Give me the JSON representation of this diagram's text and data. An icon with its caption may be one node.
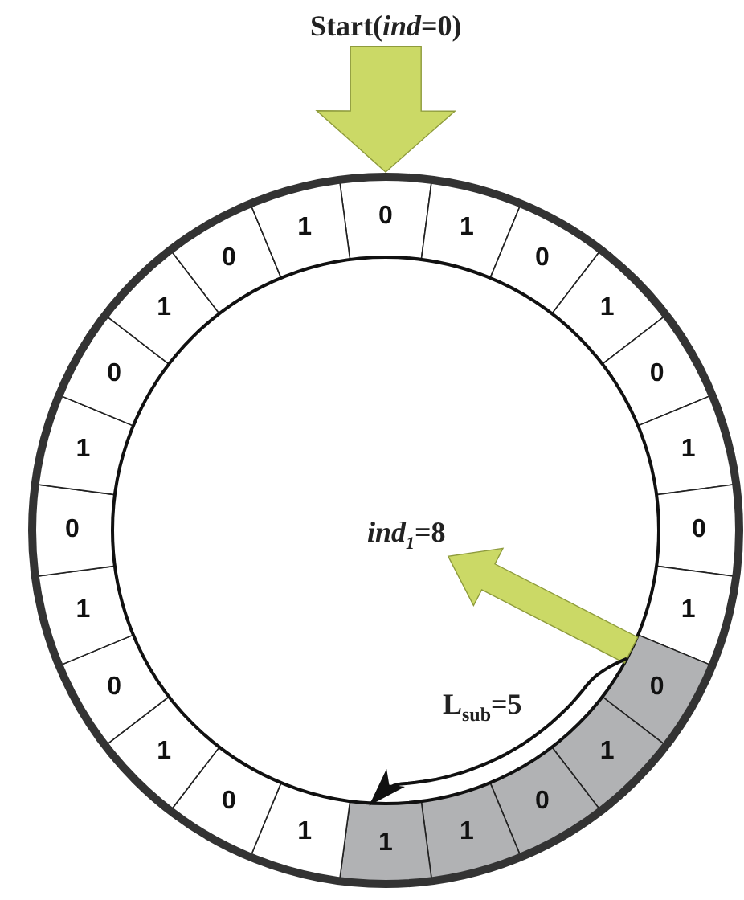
{
  "diagram": {
    "nodes": [
      {
        "text": [
          "Start(*ind*=0)"
        ]
      },
      {
        "text": [
          "0"
        ]
      },
      {
        "text": [
          "1"
        ]
      },
      {
        "text": [
          "0"
        ]
      },
      {
        "text": [
          "1"
        ]
      },
      {
        "text": [
          "0"
        ]
      },
      {
        "text": [
          "1"
        ]
      },
      {
        "text": [
          "0"
        ]
      },
      {
        "text": [
          "1"
        ]
      },
      {
        "text": [
          "0"
        ]
      },
      {
        "text": [
          "1"
        ]
      },
      {
        "text": [
          "0"
        ]
      },
      {
        "text": [
          "1"
        ]
      },
      {
        "text": [
          "1"
        ]
      },
      {
        "text": [
          "1"
        ]
      },
      {
        "text": [
          "0"
        ]
      },
      {
        "text": [
          "1"
        ]
      },
      {
        "text": [
          "0"
        ]
      },
      {
        "text": [
          "1"
        ]
      },
      {
        "text": [
          "0"
        ]
      },
      {
        "text": [
          "1"
        ]
      },
      {
        "text": [
          "0"
        ]
      },
      {
        "text": [
          "1"
        ]
      },
      {
        "text": [
          "0"
        ]
      },
      {
        "text": [
          "1"
        ]
      },
      {
        "text": [
          "*ind*$_{1}$=8"
        ]
      }
    ],
    "edges": [
      {
        "from": 0,
        "to": 1,
        "arrow": "to",
        "style": "thick",
        "color": "#cbd966"
      },
      {
        "from": 9,
        "to": 25,
        "arrow": "to",
        "style": "thick",
        "color": "#cbd966"
      },
      {
        "from": 9,
        "to": 13,
        "arrow": "to",
        "label": "L$_{sub}$=5"
      }
    ]
  }
}
